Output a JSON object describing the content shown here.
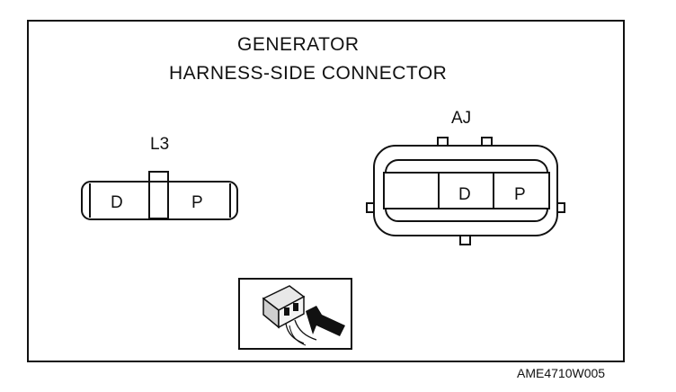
{
  "title": {
    "line1": "GENERATOR",
    "line2": "HARNESS-SIDE CONNECTOR"
  },
  "connectors": {
    "l3": {
      "label": "L3",
      "pins": [
        "D",
        "P"
      ]
    },
    "aj": {
      "label": "AJ",
      "pins": [
        "D",
        "P"
      ]
    }
  },
  "footer_code": "AME4710W005",
  "icons": {
    "connector_view": "connector-with-arrow-icon"
  }
}
